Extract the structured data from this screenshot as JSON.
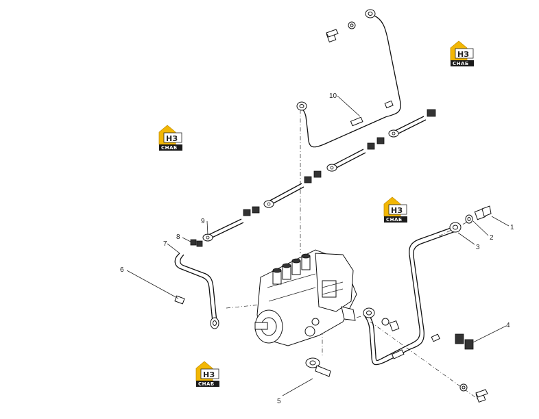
{
  "callouts": {
    "c1": "1",
    "c2": "2",
    "c3": "3",
    "c4": "4",
    "c5": "5",
    "c6": "6",
    "c7": "7",
    "c8": "8",
    "c9": "9",
    "c10": "10"
  },
  "watermark": {
    "letters": "НЗ",
    "caption": "СНАБ",
    "accent": "#f2b705"
  }
}
